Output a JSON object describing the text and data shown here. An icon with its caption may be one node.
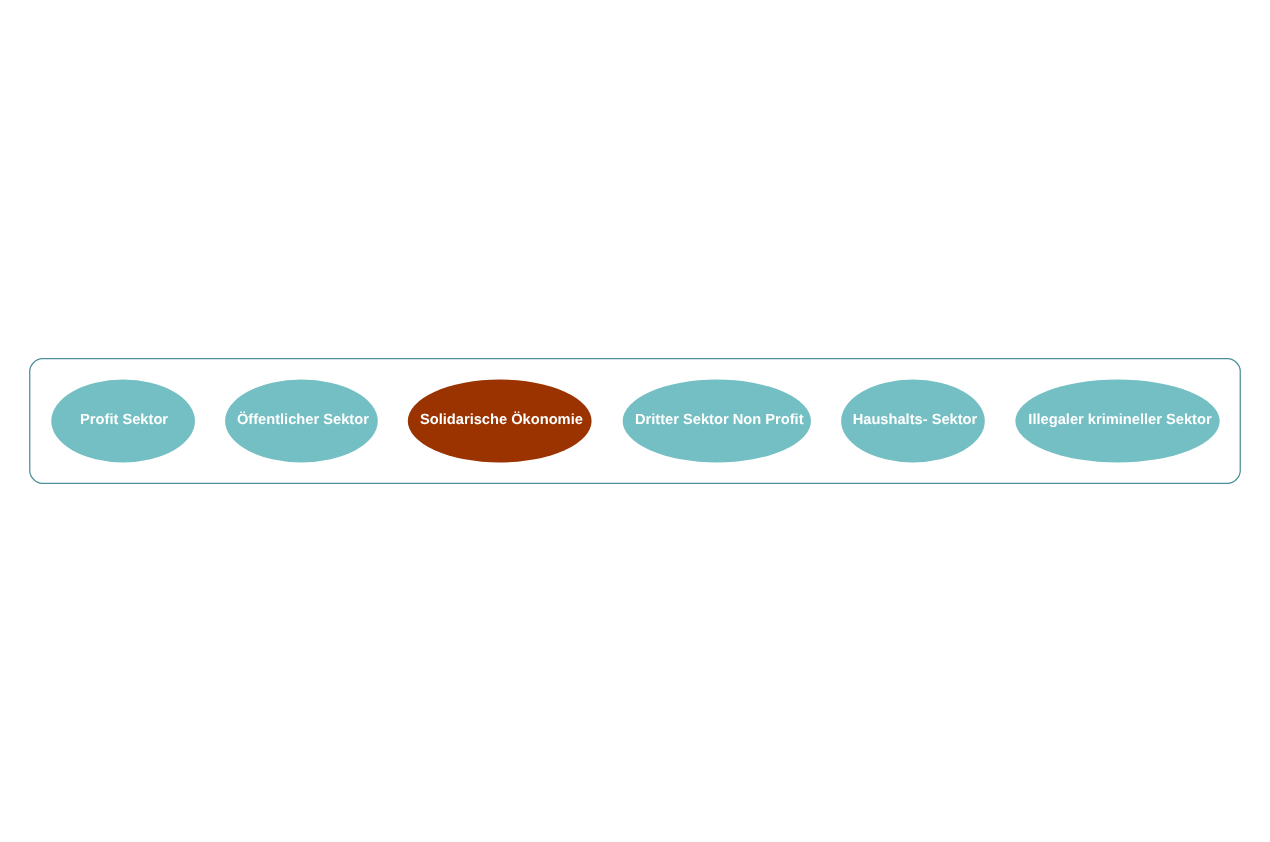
{
  "diagram": {
    "nodes": [
      {
        "text": [],
        "shape": "box"
      },
      {
        "text": [
          "Profit Sektor"
        ],
        "in": 0
      },
      {
        "text": [
          "Öffentlicher Sektor"
        ],
        "in": 0
      },
      {
        "text": [
          "Solidarische Ökonomie"
        ],
        "in": 0
      },
      {
        "text": [
          "Dritter Sektor Non Profit"
        ],
        "in": 0
      },
      {
        "text": [
          "Haushalts- Sektor"
        ],
        "in": 0
      },
      {
        "text": [
          "Illegaler krimineller Sektor"
        ],
        "in": 0
      }
    ],
    "edges": []
  }
}
